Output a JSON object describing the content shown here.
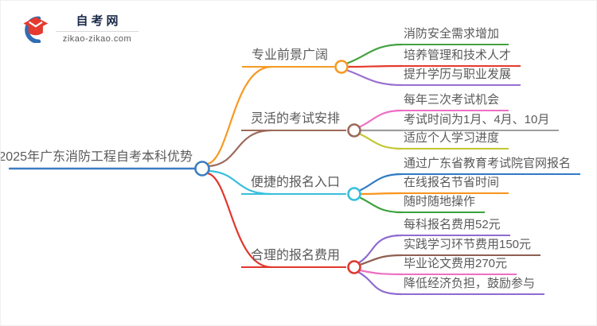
{
  "logo": {
    "title": "自考网",
    "domain": "zikao-zikao.com",
    "icon": "graduation-cap-icon",
    "icon_colors": {
      "crescent": "#2f6db3",
      "cap": "#e53a30"
    }
  },
  "mindmap": {
    "root": {
      "label": "2025年广东消防工程自考本科优势",
      "color": "#3a7ec2"
    },
    "branches": [
      {
        "label": "专业前景广阔",
        "color": "#f59a23",
        "children": [
          {
            "label": "消防安全需求增加",
            "color": "#44a340"
          },
          {
            "label": "培养管理和技术人才",
            "color": "#e6392e"
          },
          {
            "label": "提升学历与职业发展",
            "color": "#9a6fd0"
          }
        ]
      },
      {
        "label": "灵活的考试安排",
        "color": "#9c6a5a",
        "children": [
          {
            "label": "每年三次考试机会",
            "color": "#ee6ec4"
          },
          {
            "label": "考试时间为1月、4月、10月",
            "color": "#9e9e9e"
          },
          {
            "label": "适应个人学习进度",
            "color": "#c2c733"
          }
        ]
      },
      {
        "label": "便捷的报名入口",
        "color": "#38bfdc",
        "children": [
          {
            "label": "通过广东省教育考试院官网报名",
            "color": "#2e7bc4"
          },
          {
            "label": "在线报名节省时间",
            "color": "#f8941d"
          },
          {
            "label": "随时随地操作",
            "color": "#3ca23c"
          }
        ]
      },
      {
        "label": "合理的报名费用",
        "color": "#e0382d",
        "children": [
          {
            "label": "每科报名费用52元",
            "color": "#8f6bd0"
          },
          {
            "label": "实践学习环节费用150元",
            "color": "#8d5f52"
          },
          {
            "label": "毕业论文费用270元",
            "color": "#ef6ec0"
          },
          {
            "label": "降低经济负担，鼓励参与",
            "color": "#8f6bd0"
          }
        ]
      }
    ]
  }
}
